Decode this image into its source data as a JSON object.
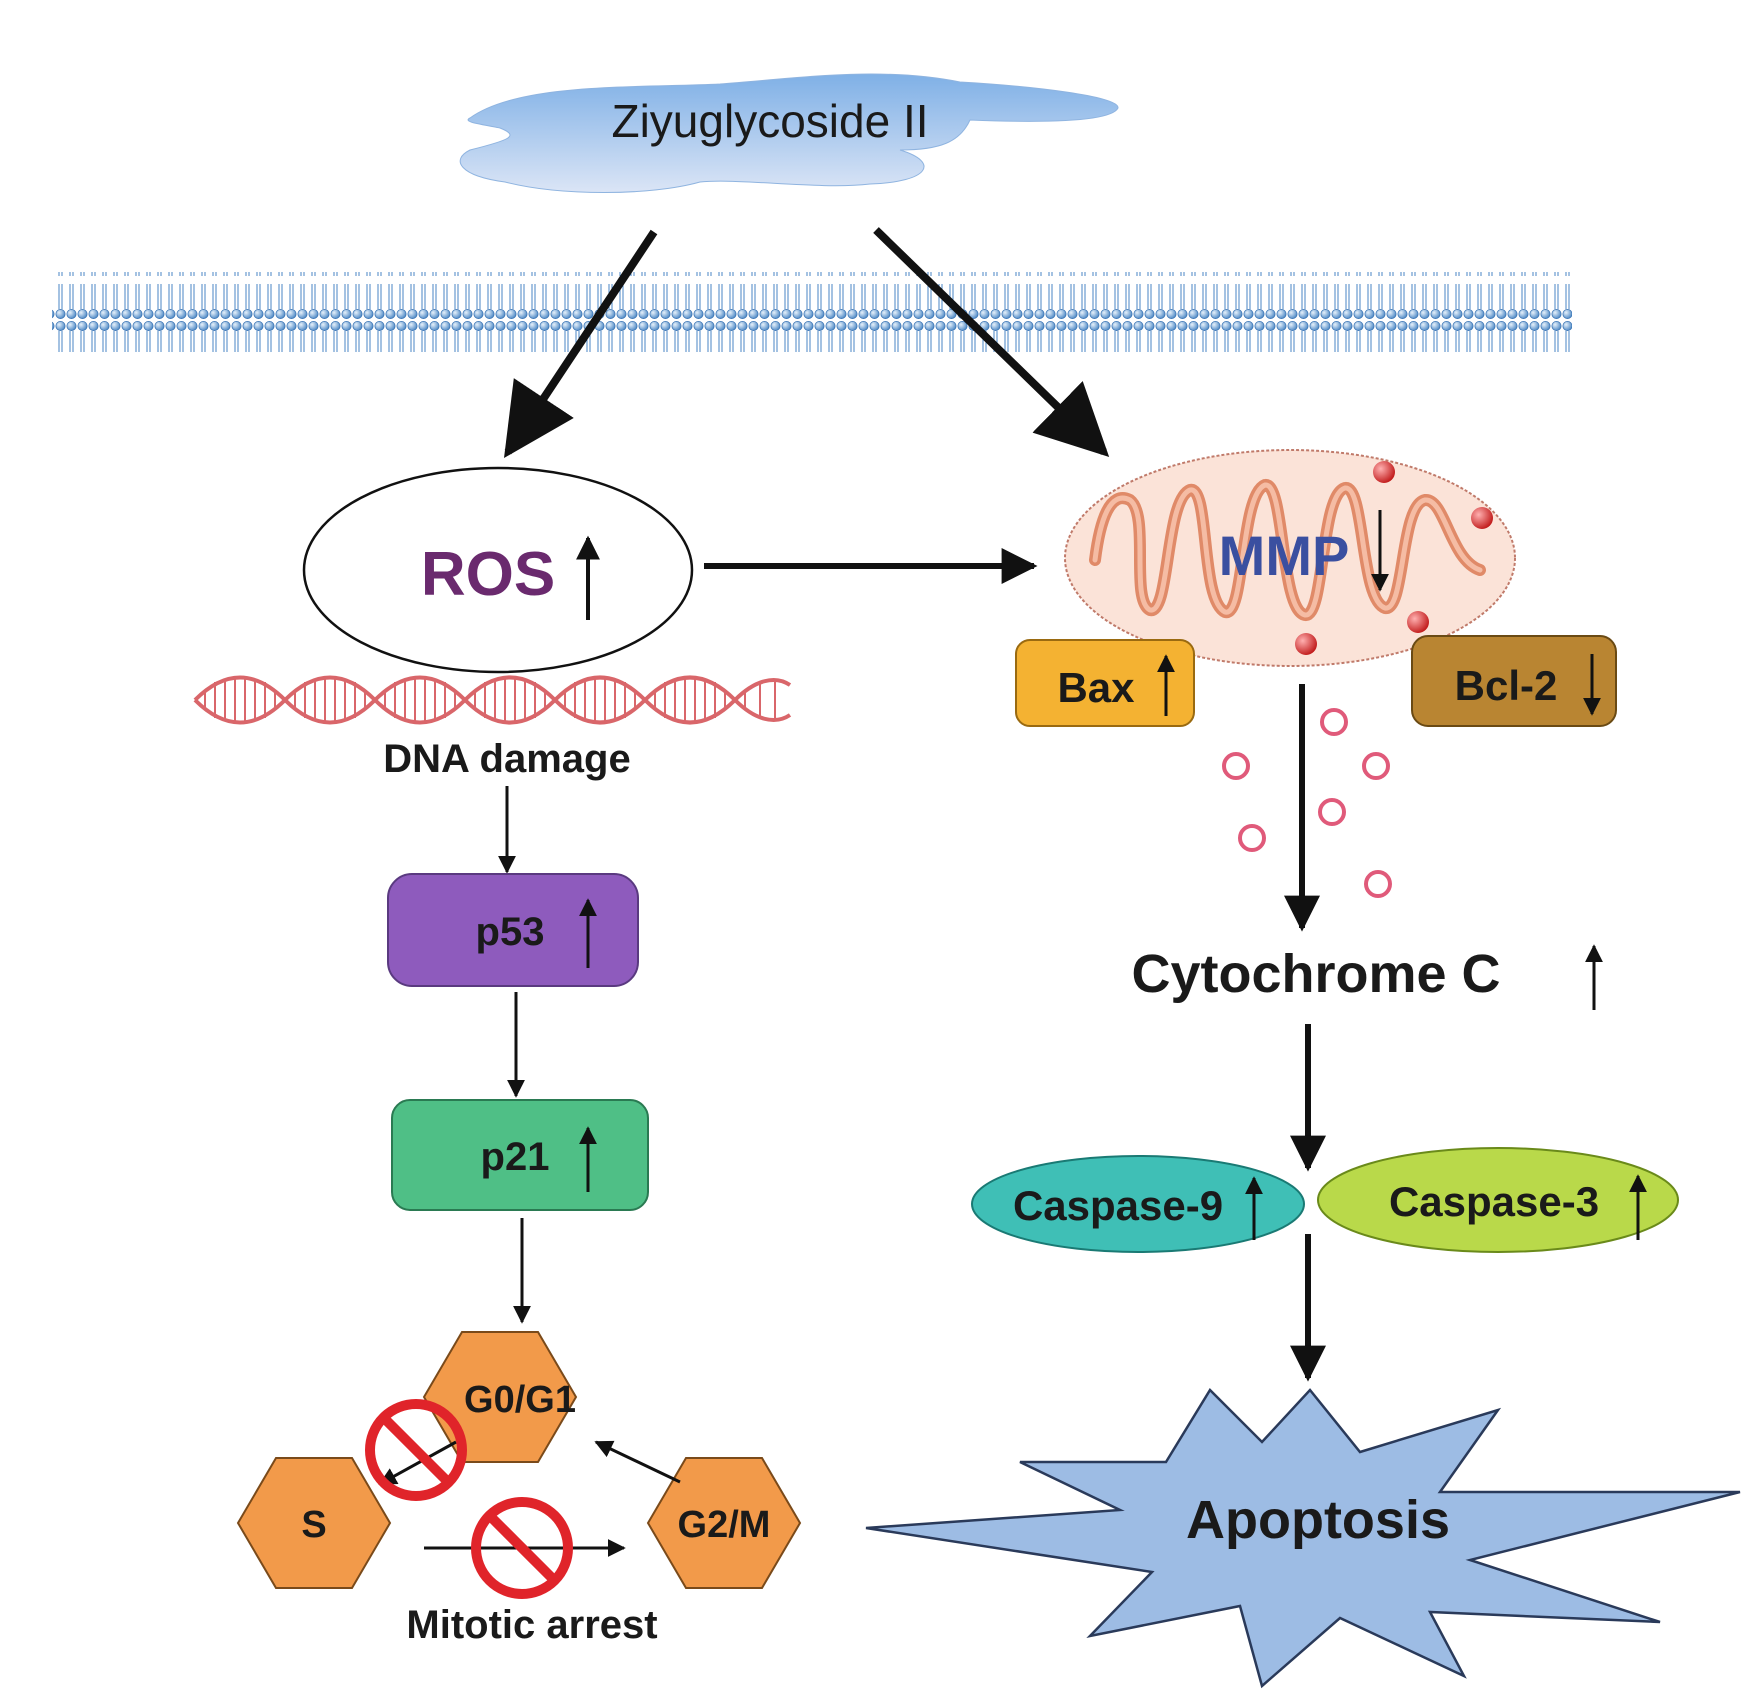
{
  "drug": {
    "label": "Ziyuglycoside II"
  },
  "ros": {
    "label": "ROS"
  },
  "dna": {
    "label": "DNA damage"
  },
  "p53": {
    "label": "p53"
  },
  "p21": {
    "label": "p21"
  },
  "cell_cycle": {
    "g0g1": "G0/G1",
    "s": "S",
    "g2m": "G2/M",
    "caption": "Mitotic arrest"
  },
  "mito": {
    "label": "MMP"
  },
  "bax": {
    "label": "Bax"
  },
  "bcl2": {
    "label": "Bcl-2"
  },
  "cytochrome": {
    "label": "Cytochrome C"
  },
  "casp9": {
    "label": "Caspase-9"
  },
  "casp3": {
    "label": "Caspase-3"
  },
  "apoptosis": {
    "label": "Apoptosis"
  },
  "colors": {
    "cloud": "#a9c8ec",
    "membrane": "#5b95cf",
    "ros_text": "#6a2a6e",
    "dna": "#d9666a",
    "p53": "#8e5bbd",
    "p21": "#4fbf86",
    "hexagon": "#f29a4a",
    "forbid": "#e0242a",
    "mito": "#f2b29a",
    "mmp_text": "#3a4fa0",
    "bax": "#f4b232",
    "bcl2": "#b98532",
    "vesicle": "#e05a7a",
    "casp9": "#3fbfb6",
    "casp3": "#b9d94a",
    "apoptosis": "#9dbce4"
  }
}
